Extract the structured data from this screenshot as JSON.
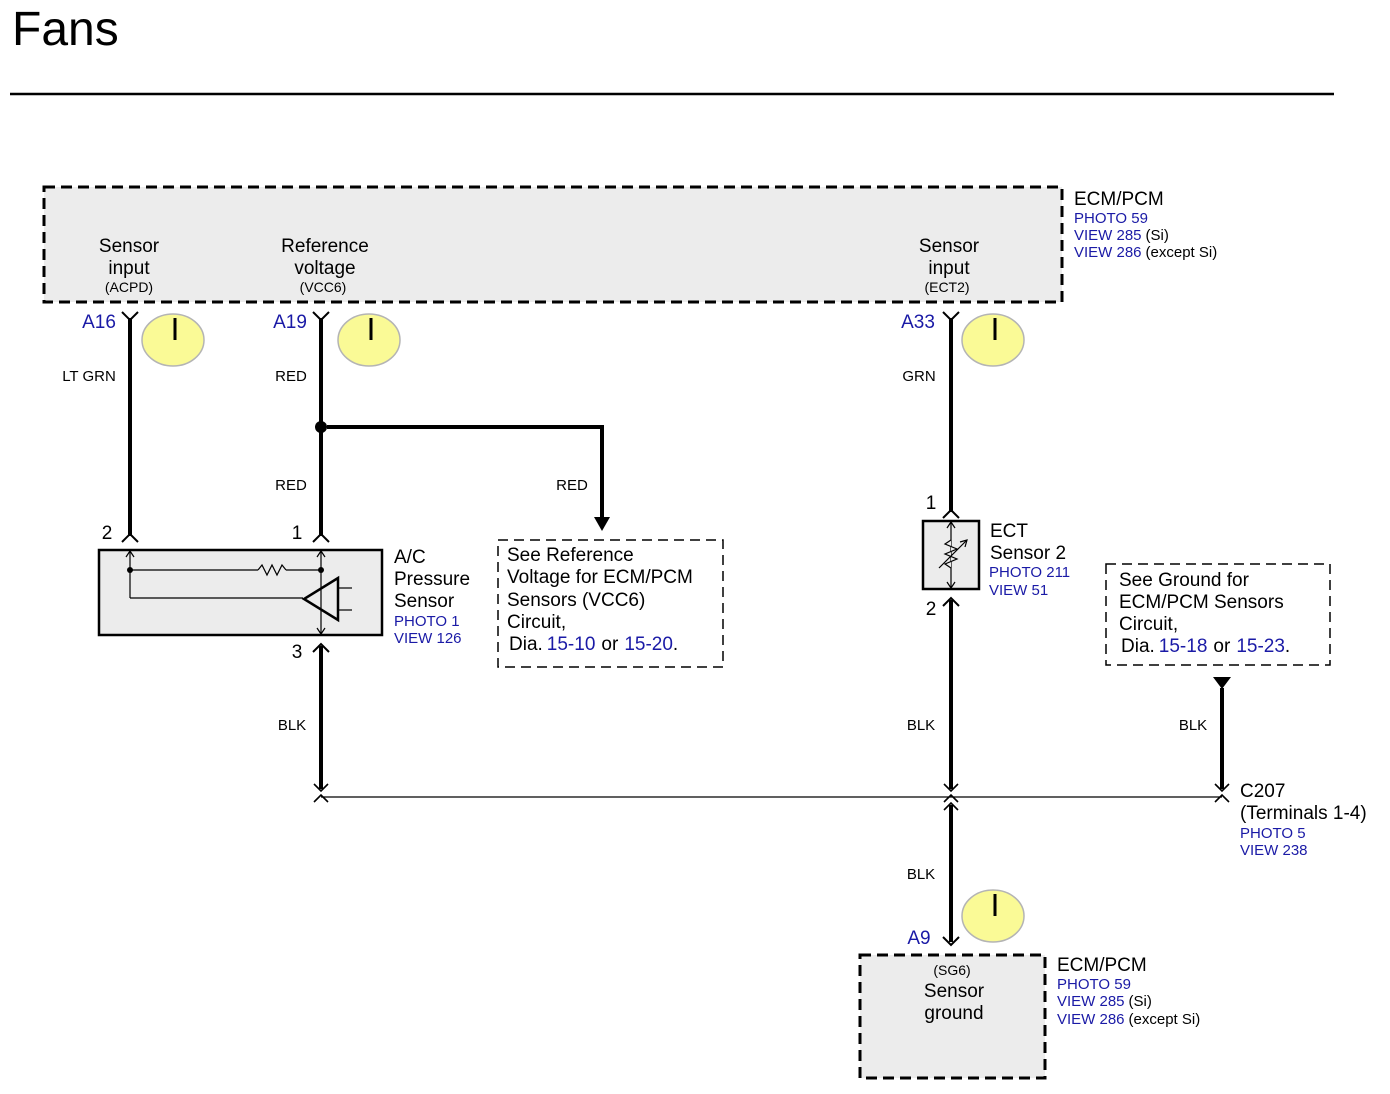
{
  "page": {
    "title": "Fans"
  },
  "colors": {
    "text": "#000000",
    "link": "#1a1aa6",
    "connector_fill": "#fafa96",
    "module_fill": "#ececec"
  },
  "ecm_top": {
    "name": "ECM/PCM",
    "refs": [
      {
        "link": "PHOTO 59",
        "note": ""
      },
      {
        "link": "VIEW 285",
        "note": "(Si)"
      },
      {
        "link": "VIEW 286",
        "note": "(except Si)"
      }
    ],
    "terminals": [
      {
        "line1": "Sensor",
        "line2": "input",
        "code": "(ACPD)",
        "pin": "A16",
        "wire": "LT GRN"
      },
      {
        "line1": "Reference",
        "line2": "voltage",
        "code": "(VCC6)",
        "pin": "A19",
        "wire": "RED"
      },
      {
        "line1": "Sensor",
        "line2": "input",
        "code": "(ECT2)",
        "pin": "A33",
        "wire": "GRN"
      }
    ]
  },
  "wires": {
    "red_lower": "RED",
    "red_branch": "RED",
    "blk_ac": "BLK",
    "blk_ect": "BLK",
    "blk_gnd": "BLK",
    "blk_bottom": "BLK"
  },
  "ac_sensor": {
    "name_lines": [
      "A/C",
      "Pressure",
      "Sensor"
    ],
    "refs": [
      "PHOTO 1",
      "VIEW 126"
    ],
    "pins": {
      "left": "2",
      "right": "1",
      "bottom": "3"
    }
  },
  "ref_voltage_box": {
    "lines": [
      "See Reference",
      "Voltage for ECM/PCM",
      "Sensors (VCC6)",
      "Circuit,"
    ],
    "dia_prefix": "Dia.",
    "dia_a": "15-10",
    "or_text": "or",
    "dia_b": "15-20",
    "suffix": "."
  },
  "ect_sensor": {
    "name_lines": [
      "ECT",
      "Sensor 2"
    ],
    "refs": [
      "PHOTO 211",
      "VIEW 51"
    ],
    "pins": {
      "top": "1",
      "bottom": "2"
    }
  },
  "ground_box": {
    "lines": [
      "See Ground for",
      "ECM/PCM Sensors",
      "Circuit,"
    ],
    "dia_prefix": "Dia.",
    "dia_a": "15-18",
    "or_text": "or",
    "dia_b": "15-23",
    "suffix": "."
  },
  "c207": {
    "name": "C207",
    "sub": "(Terminals 1-4)",
    "refs": [
      "PHOTO 5",
      "VIEW 238"
    ]
  },
  "ecm_bottom": {
    "pin": "A9",
    "code": "(SG6)",
    "line1": "Sensor",
    "line2": "ground",
    "name": "ECM/PCM",
    "refs": [
      {
        "link": "PHOTO 59",
        "note": ""
      },
      {
        "link": "VIEW 285",
        "note": "(Si)"
      },
      {
        "link": "VIEW 286",
        "note": "(except Si)"
      }
    ]
  }
}
